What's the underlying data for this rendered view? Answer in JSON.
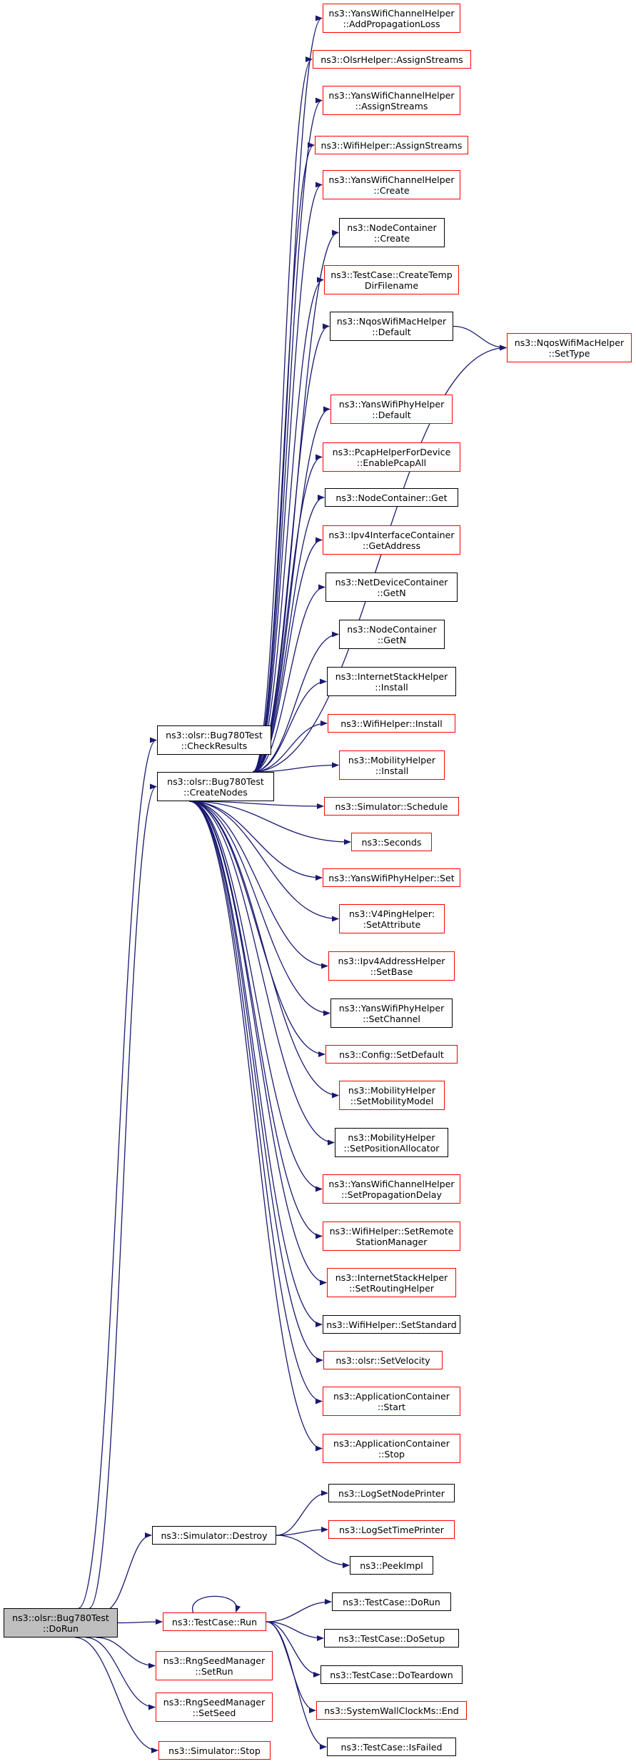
{
  "colors": {
    "edge": "#191970",
    "link_border": "#ff0000",
    "plain_border": "#000000",
    "root_fill": "#bfbfbf"
  },
  "nodes": {
    "do_run": {
      "lines": [
        "ns3::olsr::Bug780Test",
        "::DoRun"
      ]
    },
    "check_results": {
      "lines": [
        "ns3::olsr::Bug780Test",
        "::CheckResults"
      ]
    },
    "create_nodes": {
      "lines": [
        "ns3::olsr::Bug780Test",
        "::CreateNodes"
      ]
    },
    "add_propagation_loss": {
      "lines": [
        "ns3::YansWifiChannelHelper",
        "::AddPropagationLoss"
      ]
    },
    "olsr_assign_streams": {
      "lines": [
        "ns3::OlsrHelper::AssignStreams"
      ]
    },
    "yans_channel_assign_streams": {
      "lines": [
        "ns3::YansWifiChannelHelper",
        "::AssignStreams"
      ]
    },
    "wifi_assign_streams": {
      "lines": [
        "ns3::WifiHelper::AssignStreams"
      ]
    },
    "yans_channel_create": {
      "lines": [
        "ns3::YansWifiChannelHelper",
        "::Create"
      ]
    },
    "node_container_create": {
      "lines": [
        "ns3::NodeContainer",
        "::Create"
      ]
    },
    "create_temp_dir": {
      "lines": [
        "ns3::TestCase::CreateTemp",
        "DirFilename"
      ]
    },
    "nqos_default": {
      "lines": [
        "ns3::NqosWifiMacHelper",
        "::Default"
      ]
    },
    "nqos_set_type": {
      "lines": [
        "ns3::NqosWifiMacHelper",
        "::SetType"
      ]
    },
    "yans_phy_default": {
      "lines": [
        "ns3::YansWifiPhyHelper",
        "::Default"
      ]
    },
    "enable_pcap_all": {
      "lines": [
        "ns3::PcapHelperForDevice",
        "::EnablePcapAll"
      ]
    },
    "node_container_get": {
      "lines": [
        "ns3::NodeContainer::Get"
      ]
    },
    "get_address": {
      "lines": [
        "ns3::Ipv4InterfaceContainer",
        "::GetAddress"
      ]
    },
    "netdevice_get_n": {
      "lines": [
        "ns3::NetDeviceContainer",
        "::GetN"
      ]
    },
    "node_container_get_n": {
      "lines": [
        "ns3::NodeContainer",
        "::GetN"
      ]
    },
    "internet_stack_install": {
      "lines": [
        "ns3::InternetStackHelper",
        "::Install"
      ]
    },
    "wifi_install": {
      "lines": [
        "ns3::WifiHelper::Install"
      ]
    },
    "mobility_install": {
      "lines": [
        "ns3::MobilityHelper",
        "::Install"
      ]
    },
    "simulator_schedule": {
      "lines": [
        "ns3::Simulator::Schedule"
      ]
    },
    "seconds": {
      "lines": [
        "ns3::Seconds"
      ]
    },
    "yans_phy_set": {
      "lines": [
        "ns3::YansWifiPhyHelper::Set"
      ]
    },
    "v4ping_set_attribute": {
      "lines": [
        "ns3::V4PingHelper:",
        ":SetAttribute"
      ]
    },
    "ipv4_set_base": {
      "lines": [
        "ns3::Ipv4AddressHelper",
        "::SetBase"
      ]
    },
    "yans_phy_set_channel": {
      "lines": [
        "ns3::YansWifiPhyHelper",
        "::SetChannel"
      ]
    },
    "config_set_default": {
      "lines": [
        "ns3::Config::SetDefault"
      ]
    },
    "set_mobility_model": {
      "lines": [
        "ns3::MobilityHelper",
        "::SetMobilityModel"
      ]
    },
    "set_position_allocator": {
      "lines": [
        "ns3::MobilityHelper",
        "::SetPositionAllocator"
      ]
    },
    "set_propagation_delay": {
      "lines": [
        "ns3::YansWifiChannelHelper",
        "::SetPropagationDelay"
      ]
    },
    "set_remote_station_manager": {
      "lines": [
        "ns3::WifiHelper::SetRemote",
        "StationManager"
      ]
    },
    "set_routing_helper": {
      "lines": [
        "ns3::InternetStackHelper",
        "::SetRoutingHelper"
      ]
    },
    "set_standard": {
      "lines": [
        "ns3::WifiHelper::SetStandard"
      ]
    },
    "set_velocity": {
      "lines": [
        "ns3::olsr::SetVelocity"
      ]
    },
    "app_start": {
      "lines": [
        "ns3::ApplicationContainer",
        "::Start"
      ]
    },
    "app_stop": {
      "lines": [
        "ns3::ApplicationContainer",
        "::Stop"
      ]
    },
    "simulator_destroy": {
      "lines": [
        "ns3::Simulator::Destroy"
      ]
    },
    "log_set_node_printer": {
      "lines": [
        "ns3::LogSetNodePrinter"
      ]
    },
    "log_set_time_printer": {
      "lines": [
        "ns3::LogSetTimePrinter"
      ]
    },
    "peek_impl": {
      "lines": [
        "ns3::PeekImpl"
      ]
    },
    "testcase_run": {
      "lines": [
        "ns3::TestCase::Run"
      ]
    },
    "testcase_do_run": {
      "lines": [
        "ns3::TestCase::DoRun"
      ]
    },
    "testcase_do_setup": {
      "lines": [
        "ns3::TestCase::DoSetup"
      ]
    },
    "testcase_do_teardown": {
      "lines": [
        "ns3::TestCase::DoTeardown"
      ]
    },
    "wallclock_end": {
      "lines": [
        "ns3::SystemWallClockMs::End"
      ]
    },
    "testcase_is_failed": {
      "lines": [
        "ns3::TestCase::IsFailed"
      ]
    },
    "rng_set_run": {
      "lines": [
        "ns3::RngSeedManager",
        "::SetRun"
      ]
    },
    "rng_set_seed": {
      "lines": [
        "ns3::RngSeedManager",
        "::SetSeed"
      ]
    },
    "simulator_stop": {
      "lines": [
        "ns3::Simulator::Stop"
      ]
    }
  }
}
